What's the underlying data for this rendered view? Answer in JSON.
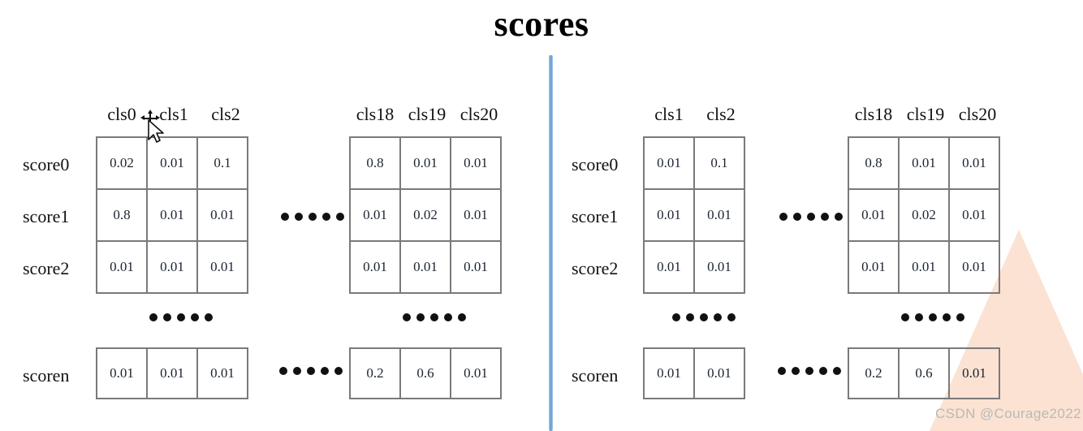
{
  "title": "scores",
  "watermark": {
    "text": "CSDN @Courage2022",
    "triangle_color": "#fbe2d2",
    "text_color": "#b9b9b9"
  },
  "divider": {
    "color": "#6c9fd4"
  },
  "cursor": {
    "icon": "move-pointer-cursor"
  },
  "ellipsis": {
    "glyph": "•••••"
  },
  "left_panel": {
    "name": "scores-before-filtering",
    "row_labels": [
      "score0",
      "score1",
      "score2",
      "scoren"
    ],
    "block_a": {
      "columns": [
        "cls0",
        "cls1",
        "cls2"
      ],
      "rows": [
        [
          "0.02",
          "0.01",
          "0.1"
        ],
        [
          "0.8",
          "0.01",
          "0.01"
        ],
        [
          "0.01",
          "0.01",
          "0.01"
        ]
      ],
      "last_row": [
        "0.01",
        "0.01",
        "0.01"
      ]
    },
    "block_b": {
      "columns": [
        "cls18",
        "cls19",
        "cls20"
      ],
      "rows": [
        [
          "0.8",
          "0.01",
          "0.01"
        ],
        [
          "0.01",
          "0.02",
          "0.01"
        ],
        [
          "0.01",
          "0.01",
          "0.01"
        ]
      ],
      "last_row": [
        "0.2",
        "0.6",
        "0.01"
      ]
    }
  },
  "right_panel": {
    "name": "scores-after-removing-background-class",
    "row_labels": [
      "score0",
      "score1",
      "score2",
      "scoren"
    ],
    "block_a": {
      "columns": [
        "cls1",
        "cls2"
      ],
      "rows": [
        [
          "0.01",
          "0.1"
        ],
        [
          "0.01",
          "0.01"
        ],
        [
          "0.01",
          "0.01"
        ]
      ],
      "last_row": [
        "0.01",
        "0.01"
      ]
    },
    "block_b": {
      "columns": [
        "cls18",
        "cls19",
        "cls20"
      ],
      "rows": [
        [
          "0.8",
          "0.01",
          "0.01"
        ],
        [
          "0.01",
          "0.02",
          "0.01"
        ],
        [
          "0.01",
          "0.01",
          "0.01"
        ]
      ],
      "last_row": [
        "0.2",
        "0.6",
        "0.01"
      ]
    }
  }
}
